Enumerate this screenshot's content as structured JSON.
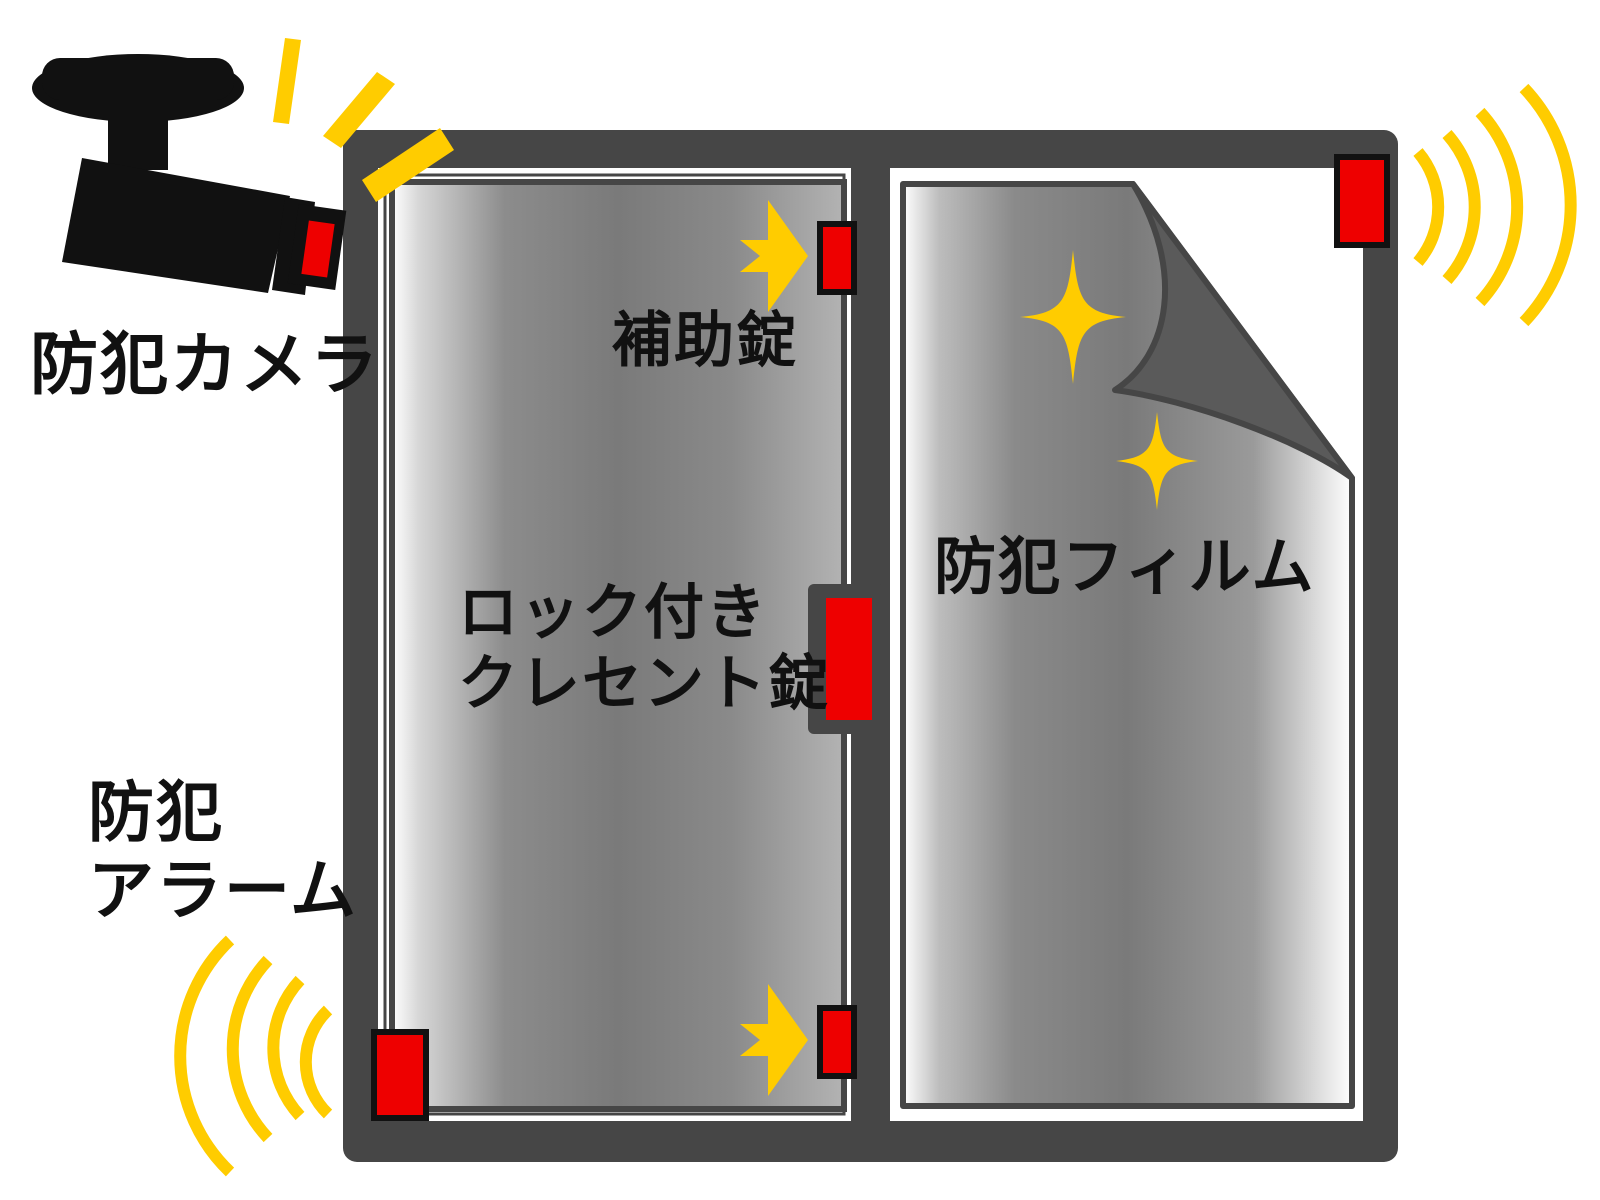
{
  "labels": {
    "camera": "防犯カメラ",
    "aux_lock": "補助錠",
    "crescent_line1": "ロック付き",
    "crescent_line2": "クレセント錠",
    "film": "防犯フィルム",
    "alarm_line1": "防犯",
    "alarm_line2": "アラーム"
  },
  "icons": {
    "camera": "security-camera-icon",
    "alarm_waves": "sound-wave-icon",
    "sparkle": "sparkle-icon",
    "arrow": "pointer-arrow-icon"
  },
  "colors": {
    "frame": "#464646",
    "device": "#ee0000",
    "accent": "#ffcc00",
    "ink": "#111111"
  }
}
